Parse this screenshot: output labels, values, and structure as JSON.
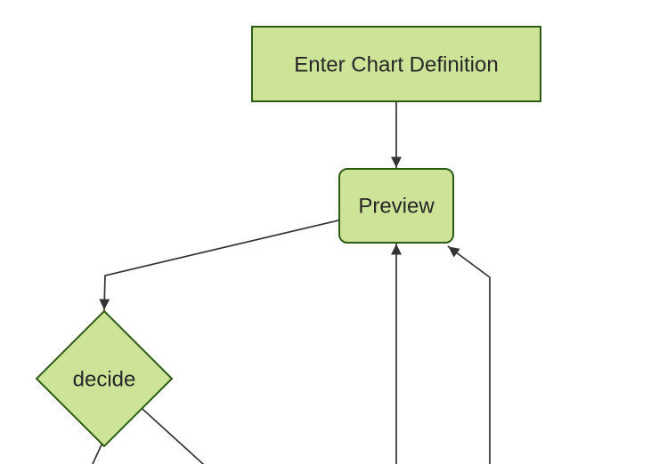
{
  "diagram": {
    "type": "flowchart",
    "direction": "top-down",
    "nodes": [
      {
        "id": "enter",
        "label": "Enter Chart Definition",
        "shape": "rectangle"
      },
      {
        "id": "preview",
        "label": "Preview",
        "shape": "rounded-rectangle"
      },
      {
        "id": "decide",
        "label": "decide",
        "shape": "diamond"
      }
    ],
    "edges": [
      {
        "from": "enter",
        "to": "preview",
        "arrow": true
      },
      {
        "from": "preview",
        "to": "decide",
        "arrow": true
      },
      {
        "from": "offscreen-bottom",
        "to": "preview",
        "arrow": true
      },
      {
        "from": "offscreen-bottom",
        "to": "preview",
        "arrow": true
      },
      {
        "from": "decide",
        "to": "offscreen-bottom",
        "arrow": false
      },
      {
        "from": "decide",
        "to": "offscreen-bottom",
        "arrow": false
      }
    ]
  },
  "colors": {
    "background": "#ffffff",
    "node_fill": "#cde498",
    "node_stroke": "#2d5c16",
    "edge": "#333333",
    "text": "#262626"
  }
}
